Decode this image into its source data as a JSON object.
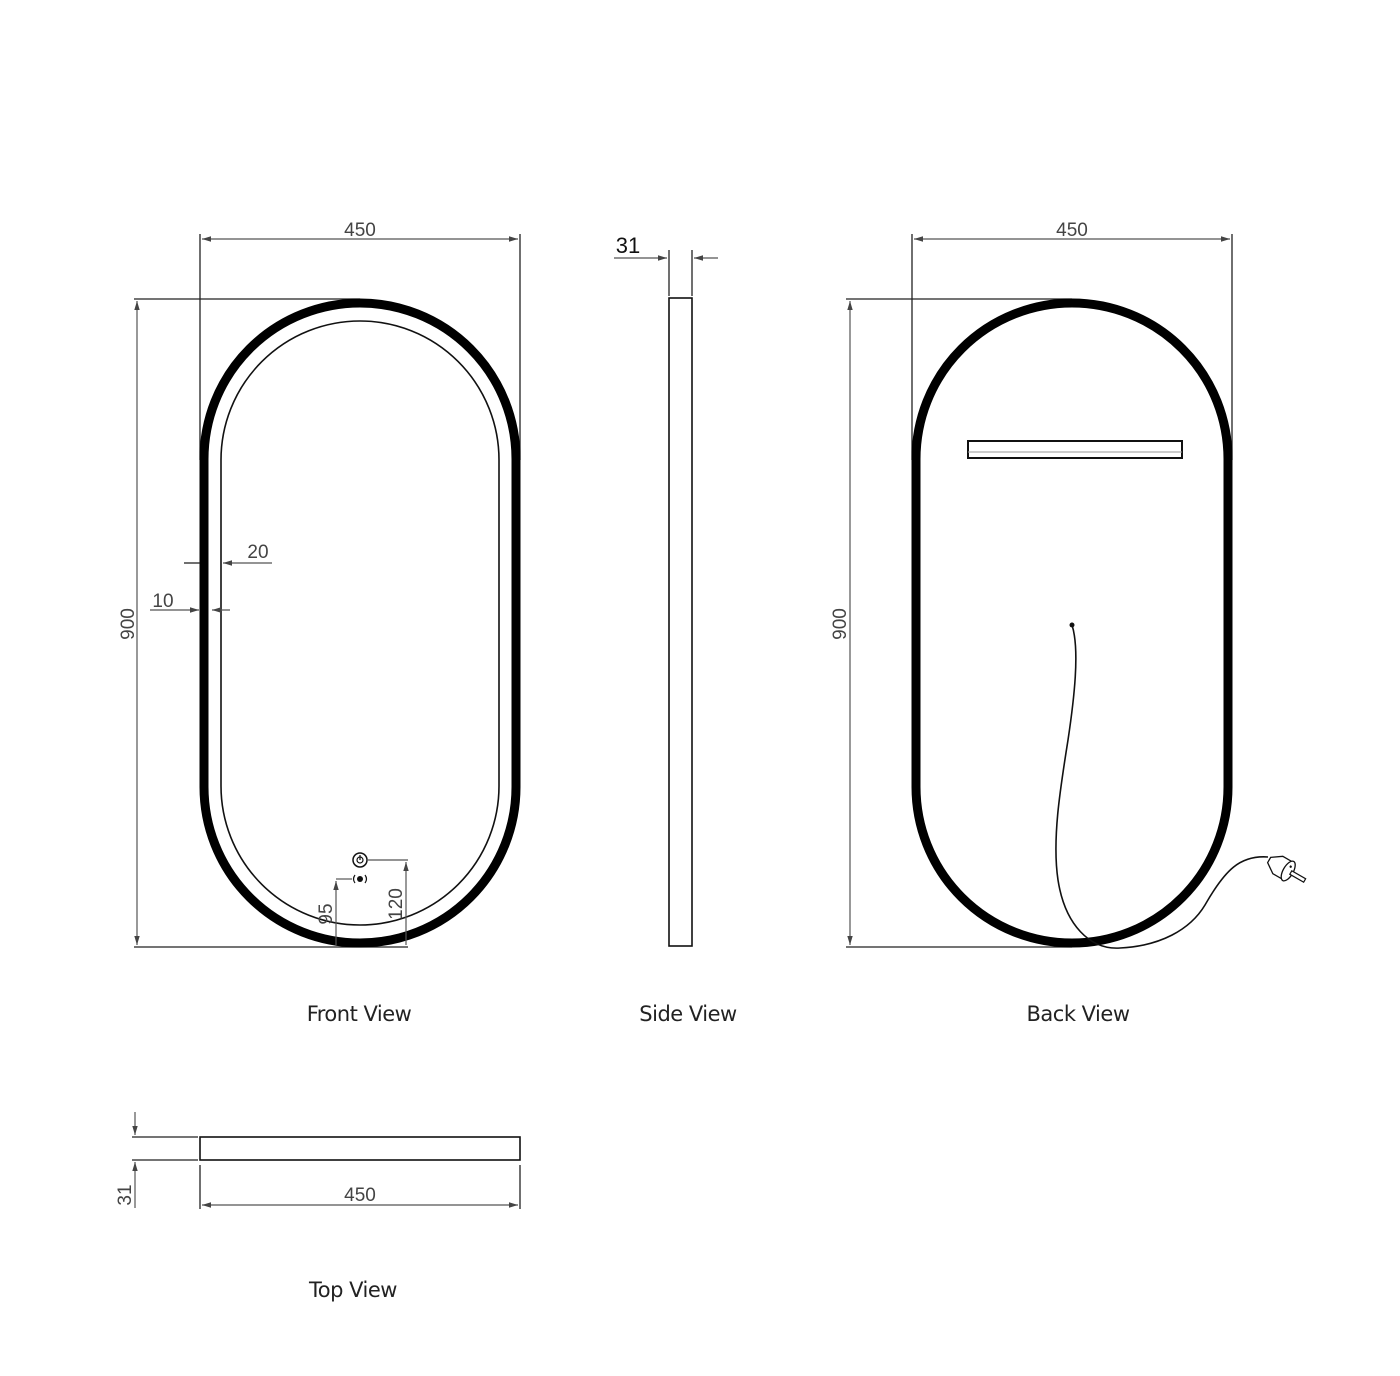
{
  "drawing": {
    "background": "#ffffff",
    "line_color": "#000000",
    "dimension_color": "#555555"
  },
  "front_view": {
    "label": "Front View",
    "width_dim": "450",
    "height_dim": "900",
    "frame_dim": "20",
    "inset_dim": "10",
    "switch_offset_1": "95",
    "switch_offset_2": "120",
    "icons": [
      "power-button-icon",
      "sensor-icon"
    ]
  },
  "side_view": {
    "label": "Side View",
    "depth_dim": "31"
  },
  "back_view": {
    "label": "Back View",
    "width_dim": "450",
    "height_dim": "900",
    "parts": [
      "mounting-bracket",
      "power-cord",
      "plug"
    ]
  },
  "top_view": {
    "label": "Top View",
    "width_dim": "450",
    "depth_dim": "31"
  }
}
